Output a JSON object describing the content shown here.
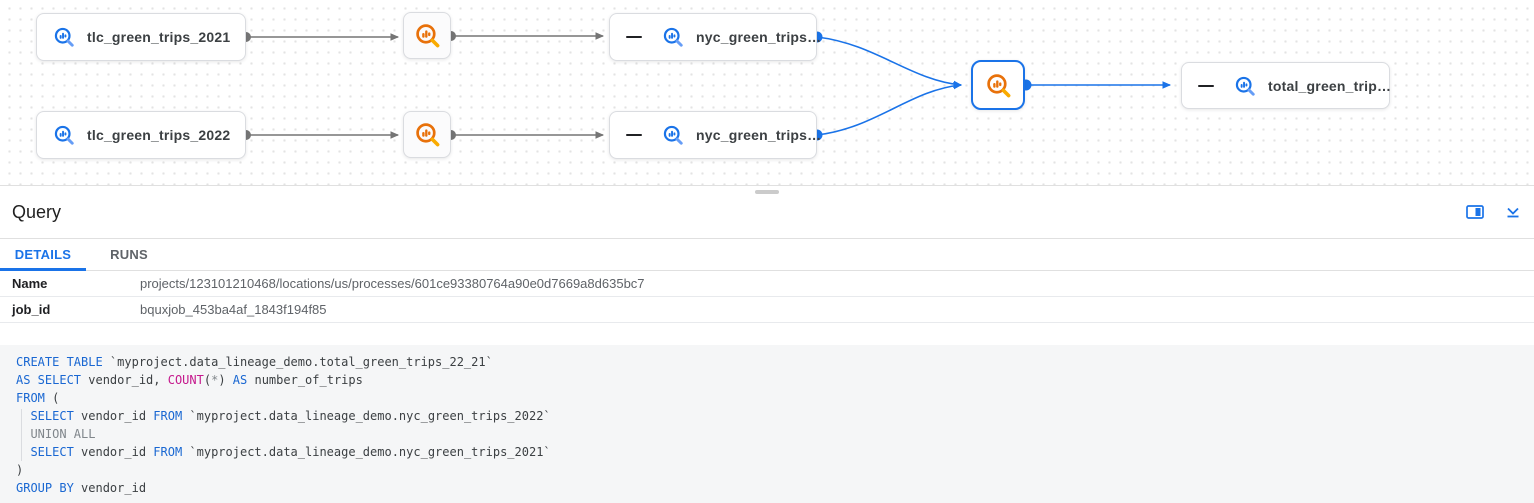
{
  "graph": {
    "nodes": [
      {
        "label": "tlc_green_trips_2021"
      },
      {
        "label": "tlc_green_trips_2022"
      },
      {
        "label": "nyc_green_trips…"
      },
      {
        "label": "nyc_green_trips…"
      },
      {
        "label": "total_green_trip…"
      }
    ],
    "icons": {
      "table": "bigquery-table-icon (blue magnifier with bar chart)",
      "process": "bigquery-process-icon (orange magnifier with bar chart)",
      "collapse": "minus-icon"
    }
  },
  "panel": {
    "title": "Query",
    "tabs": [
      {
        "label": "DETAILS"
      },
      {
        "label": "RUNS"
      }
    ],
    "details": [
      {
        "key": "Name",
        "value": "projects/123101210468/locations/us/processes/601ce93380764a90e0d7669a8d635bc7"
      },
      {
        "key": "job_id",
        "value": "bquxjob_453ba4af_1843f194f85"
      }
    ],
    "header_icons": [
      "side-panel-icon",
      "collapse-panel-icon"
    ]
  },
  "colors": {
    "accent_blue": "#1a73e8",
    "process_orange": "#e8710a",
    "edge_gray": "#757575",
    "sql_keyword": "#1967d2",
    "sql_function": "#c5198d",
    "sql_gray": "#80868b",
    "sql_text": "#3c4043",
    "code_background": "#f5f6f7"
  },
  "sql": {
    "lines": [
      [
        {
          "t": "CREATE TABLE ",
          "c": "kw"
        },
        {
          "t": "`myproject.data_lineage_demo.total_green_trips_22_21`",
          "c": "id"
        }
      ],
      [
        {
          "t": "AS SELECT ",
          "c": "kw"
        },
        {
          "t": "vendor_id, ",
          "c": "id"
        },
        {
          "t": "COUNT",
          "c": "fn"
        },
        {
          "t": "(",
          "c": "id"
        },
        {
          "t": "*",
          "c": "op"
        },
        {
          "t": ") ",
          "c": "id"
        },
        {
          "t": "AS ",
          "c": "kw"
        },
        {
          "t": "number_of_trips",
          "c": "id"
        }
      ],
      [
        {
          "t": "FROM ",
          "c": "kw"
        },
        {
          "t": "(",
          "c": "id"
        }
      ],
      [
        {
          "t": "  ",
          "c": "id"
        },
        {
          "t": "SELECT ",
          "c": "kw"
        },
        {
          "t": "vendor_id ",
          "c": "id"
        },
        {
          "t": "FROM ",
          "c": "kw"
        },
        {
          "t": "`myproject.data_lineage_demo.nyc_green_trips_2022`",
          "c": "id"
        }
      ],
      [
        {
          "t": "  UNION ALL",
          "c": "cm"
        }
      ],
      [
        {
          "t": "  ",
          "c": "id"
        },
        {
          "t": "SELECT ",
          "c": "kw"
        },
        {
          "t": "vendor_id ",
          "c": "id"
        },
        {
          "t": "FROM ",
          "c": "kw"
        },
        {
          "t": "`myproject.data_lineage_demo.nyc_green_trips_2021`",
          "c": "id"
        }
      ],
      [
        {
          "t": ")",
          "c": "id"
        }
      ],
      [
        {
          "t": "GROUP BY ",
          "c": "kw"
        },
        {
          "t": "vendor_id",
          "c": "id"
        }
      ]
    ]
  }
}
